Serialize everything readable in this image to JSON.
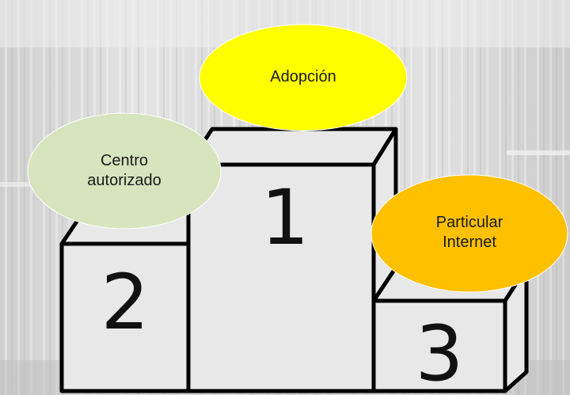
{
  "background": {
    "style": "faded columned building facade (photo)",
    "tint": "#e6e6e6"
  },
  "podium": {
    "fill": "#e8e8e8",
    "stroke": "#000000",
    "places": [
      {
        "rank": "1",
        "label": "1"
      },
      {
        "rank": "2",
        "label": "2"
      },
      {
        "rank": "3",
        "label": "3"
      }
    ]
  },
  "ovals": {
    "first": {
      "text": "Adopción",
      "color": "#ffff00",
      "place": "1"
    },
    "second": {
      "text": "Centro\nautorizado",
      "color": "#d7e4bd",
      "place": "2"
    },
    "third": {
      "text": "Particular\nInternet",
      "color": "#ffc000",
      "place": "3"
    }
  }
}
